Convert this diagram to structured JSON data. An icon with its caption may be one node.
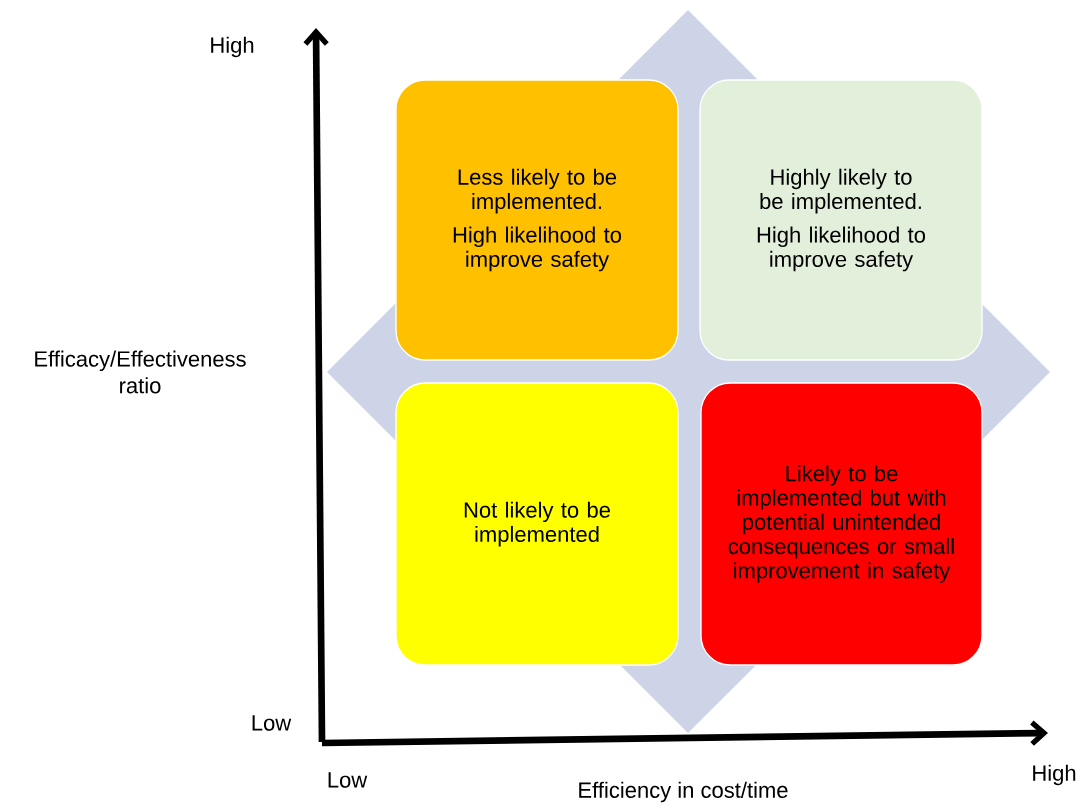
{
  "diagram": {
    "nodes": [
      {
        "text": [
          "Less likely to be implemented.",
          "High likelihood to improve safety"
        ]
      },
      {
        "text": [
          "Highly likely to be implemented.",
          "High likelihood to improve safety"
        ]
      },
      {
        "text": [
          "Not likely to be implemented"
        ]
      },
      {
        "text": [
          "Likely to be implemented but with potential unintended consequences or small improvement in safety"
        ]
      }
    ],
    "edges": [],
    "labels": [
      "High",
      "Efficacy/Effectiveness ratio",
      "Low",
      "Low",
      "Efficiency in cost/time",
      "High"
    ]
  }
}
